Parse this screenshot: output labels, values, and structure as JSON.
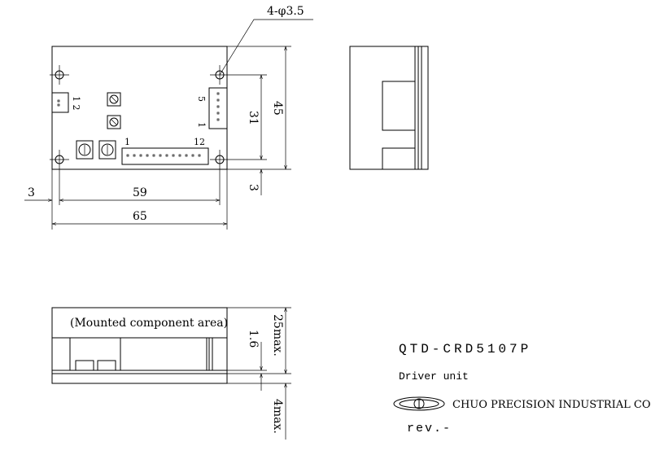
{
  "top_view": {
    "hole_callout": "4-φ3.5",
    "connector_j1_pins": "1 2",
    "connector_j2_pin_top": "5",
    "connector_j2_pin_bottom": "1",
    "connector_j3_pin_left": "1",
    "connector_j3_pin_right": "12",
    "dims": {
      "offset_left": "3",
      "hole_pitch_width": "59",
      "board_width": "65",
      "hole_pitch_height": "31",
      "board_height": "45",
      "offset_bottom": "3"
    }
  },
  "front_view": {
    "component_area_label": "(Mounted component area)",
    "pcb_thickness": "1.6",
    "max_height_top": "25max.",
    "max_height_bottom": "4max."
  },
  "title_block": {
    "model": "QTD-CRD5107P",
    "description": "Driver unit",
    "company": "CHUO PRECISION INDUSTRIAL CO.,LTD.",
    "revision": "rev.-"
  }
}
